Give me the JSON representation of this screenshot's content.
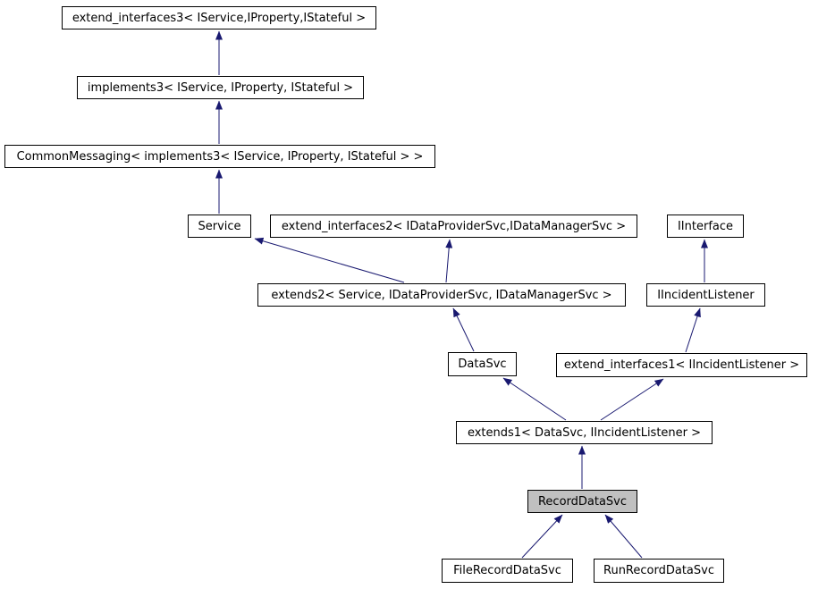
{
  "diagram": {
    "type": "class-inheritance-graph",
    "highlighted_node": "RecordDataSvc",
    "colors": {
      "arrow": "#191970",
      "node_border": "#000000",
      "node_fill": "#ffffff",
      "highlight_fill": "#c0c0c0",
      "text": "#000000"
    },
    "nodes": [
      {
        "id": "extend_interfaces3",
        "label": "extend_interfaces3< IService,IProperty,IStateful >"
      },
      {
        "id": "implements3",
        "label": "implements3< IService, IProperty, IStateful >"
      },
      {
        "id": "CommonMessaging",
        "label": "CommonMessaging< implements3< IService, IProperty, IStateful > >"
      },
      {
        "id": "Service",
        "label": "Service"
      },
      {
        "id": "extend_interfaces2",
        "label": "extend_interfaces2< IDataProviderSvc,IDataManagerSvc >"
      },
      {
        "id": "IInterface",
        "label": "IInterface"
      },
      {
        "id": "extends2",
        "label": "extends2< Service, IDataProviderSvc, IDataManagerSvc >"
      },
      {
        "id": "IIncidentListener",
        "label": "IIncidentListener"
      },
      {
        "id": "DataSvc",
        "label": "DataSvc"
      },
      {
        "id": "extend_interfaces1",
        "label": "extend_interfaces1< IIncidentListener >"
      },
      {
        "id": "extends1",
        "label": "extends1< DataSvc, IIncidentListener >"
      },
      {
        "id": "RecordDataSvc",
        "label": "RecordDataSvc"
      },
      {
        "id": "FileRecordDataSvc",
        "label": "FileRecordDataSvc"
      },
      {
        "id": "RunRecordDataSvc",
        "label": "RunRecordDataSvc"
      }
    ],
    "edges": [
      {
        "from": "implements3",
        "to": "extend_interfaces3"
      },
      {
        "from": "CommonMessaging",
        "to": "implements3"
      },
      {
        "from": "Service",
        "to": "CommonMessaging"
      },
      {
        "from": "extends2",
        "to": "Service"
      },
      {
        "from": "extends2",
        "to": "extend_interfaces2"
      },
      {
        "from": "DataSvc",
        "to": "extends2"
      },
      {
        "from": "IIncidentListener",
        "to": "IInterface"
      },
      {
        "from": "extend_interfaces1",
        "to": "IIncidentListener"
      },
      {
        "from": "extends1",
        "to": "DataSvc"
      },
      {
        "from": "extends1",
        "to": "extend_interfaces1"
      },
      {
        "from": "RecordDataSvc",
        "to": "extends1"
      },
      {
        "from": "FileRecordDataSvc",
        "to": "RecordDataSvc"
      },
      {
        "from": "RunRecordDataSvc",
        "to": "RecordDataSvc"
      }
    ]
  }
}
